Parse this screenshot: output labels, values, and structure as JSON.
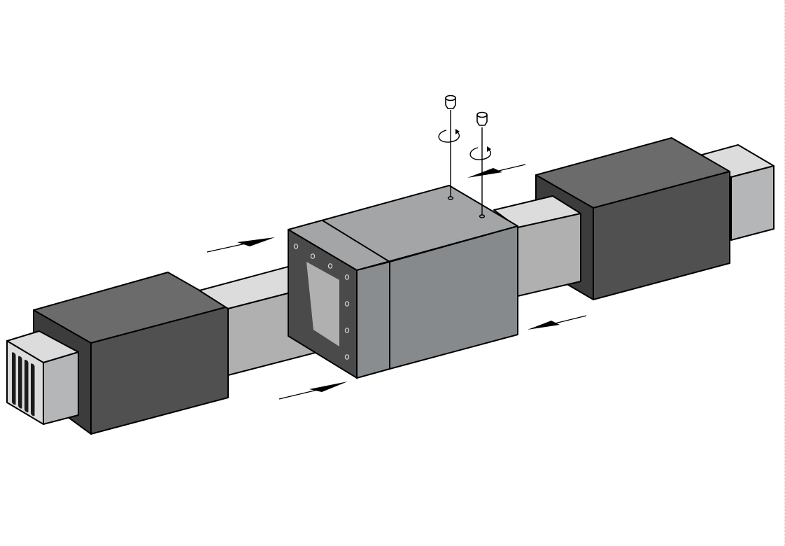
{
  "diagram": {
    "title": "",
    "labels": [],
    "colors": {
      "outline": "#000000",
      "light_face": "#dcdcdc",
      "medium_face": "#b0b0b0",
      "mid_gray": "#a3a5a7",
      "dark_face": "#505050",
      "darker_face": "#3c3c3c",
      "top_dark": "#6a6a6a",
      "flange": "#4a4a4a",
      "center_front": "#868a8c",
      "center_band": "#8a8d8f"
    },
    "components": [
      {
        "name": "left-duct-end-cap",
        "icon": "vent-grille-icon"
      },
      {
        "name": "left-housing"
      },
      {
        "name": "left-inner-duct"
      },
      {
        "name": "center-coupling-sleeve"
      },
      {
        "name": "flange-plate-with-bolt-holes"
      },
      {
        "name": "right-inner-duct"
      },
      {
        "name": "right-housing"
      },
      {
        "name": "right-duct-end"
      },
      {
        "name": "set-screw-1",
        "icon": "rotation-arrow-icon"
      },
      {
        "name": "set-screw-2",
        "icon": "rotation-arrow-icon"
      }
    ],
    "arrows": [
      {
        "name": "arrow-upper-left",
        "direction": "right"
      },
      {
        "name": "arrow-lower-left",
        "direction": "right"
      },
      {
        "name": "arrow-upper-right",
        "direction": "left"
      },
      {
        "name": "arrow-lower-right",
        "direction": "left"
      }
    ]
  }
}
